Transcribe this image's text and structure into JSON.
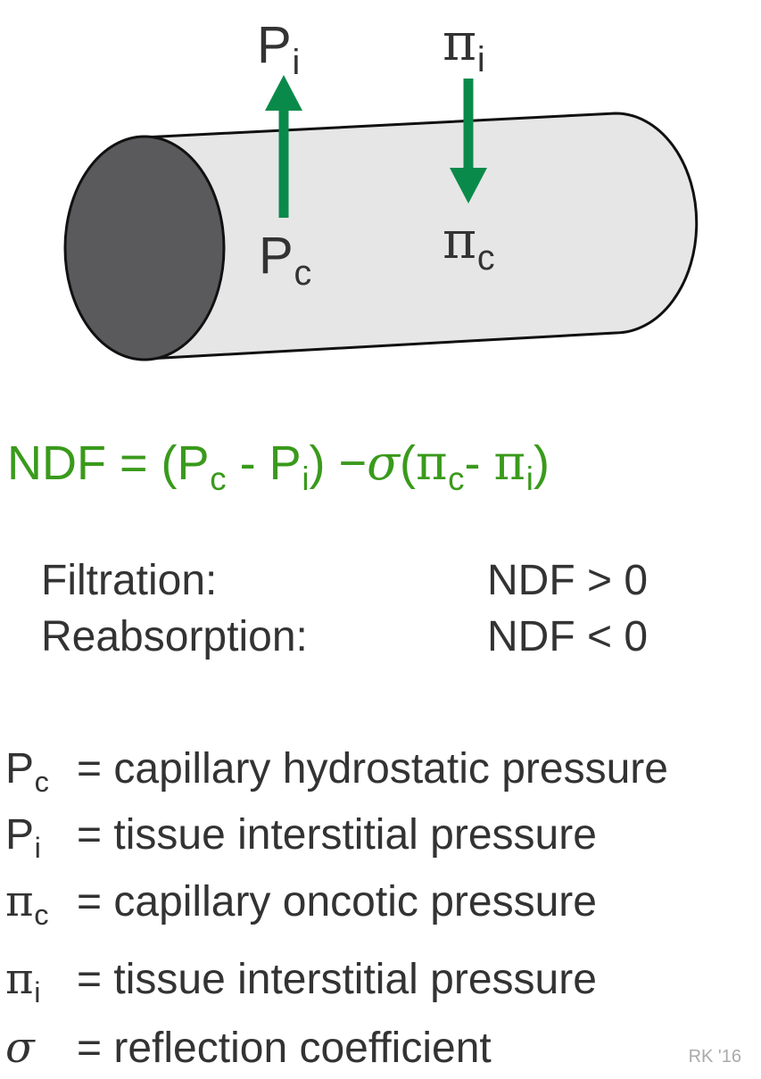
{
  "diagram": {
    "outward_pressure": {
      "symbol": "P",
      "sub": "i"
    },
    "inward_pressure": {
      "symbol": "π",
      "sub": "i"
    },
    "capillary_hydrostatic": {
      "symbol": "P",
      "sub": "c"
    },
    "capillary_oncotic": {
      "symbol": "π",
      "sub": "c"
    }
  },
  "equation": {
    "lhs": "NDF = (P",
    "pc_sub": "c",
    "minus1": " - P",
    "pi_sub": "i",
    "close1": ") −",
    "sigma": "σ",
    "open2": "(",
    "pi_c": "π",
    "pi_c_sub": "c",
    "minus2": "- ",
    "pi_i": "π",
    "pi_i_sub": "i",
    "close2": ")"
  },
  "conditions": [
    {
      "label": "Filtration:",
      "value": "NDF > 0"
    },
    {
      "label": "Reabsorption:",
      "value": "NDF < 0"
    }
  ],
  "legend": [
    {
      "symbol": "P",
      "sub": "c",
      "text": "= capillary hydrostatic pressure"
    },
    {
      "symbol": "P",
      "sub": "i",
      "text": "= tissue interstitial pressure"
    },
    {
      "symbol": "π",
      "sub": "c",
      "text": "= capillary oncotic pressure"
    },
    {
      "symbol": "π",
      "sub": "i",
      "text": "= tissue interstitial pressure"
    },
    {
      "symbol": "σ",
      "sub": "",
      "text": "= reflection coefficient"
    }
  ],
  "watermark": "RK '16",
  "colors": {
    "arrow": "#0a8a4a",
    "equation": "#3a9a1c",
    "text": "#333333",
    "tube_body": "#e6e6e6",
    "tube_end": "#5a5a5c"
  }
}
